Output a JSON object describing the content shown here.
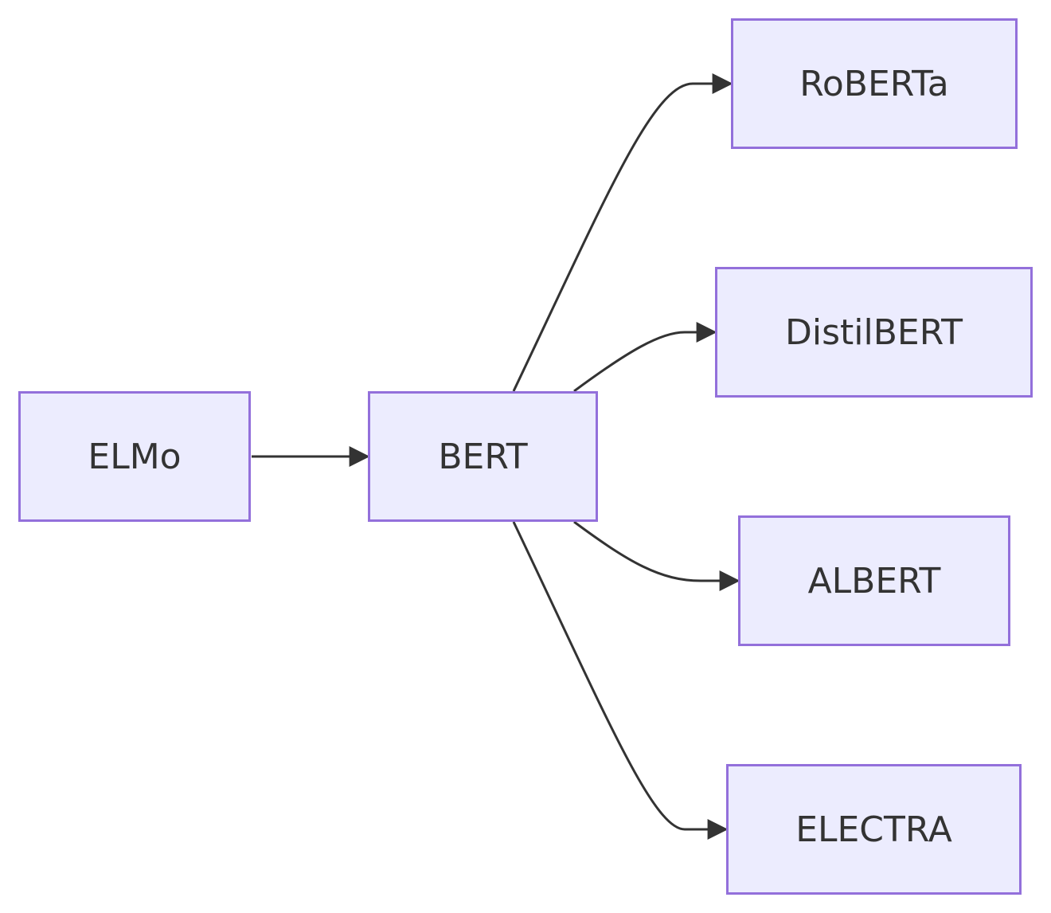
{
  "nodes": {
    "elmo": "ELMo",
    "bert": "BERT",
    "roberta": "RoBERTa",
    "distilbert": "DistilBERT",
    "albert": "ALBERT",
    "electra": "ELECTRA"
  },
  "edges": [
    {
      "from": "ELMo",
      "to": "BERT"
    },
    {
      "from": "BERT",
      "to": "RoBERTa"
    },
    {
      "from": "BERT",
      "to": "DistilBERT"
    },
    {
      "from": "BERT",
      "to": "ALBERT"
    },
    {
      "from": "BERT",
      "to": "ELECTRA"
    }
  ],
  "colors": {
    "node_fill": "#ececfe",
    "node_border": "#9370db",
    "edge": "#333333",
    "text": "#333333"
  }
}
